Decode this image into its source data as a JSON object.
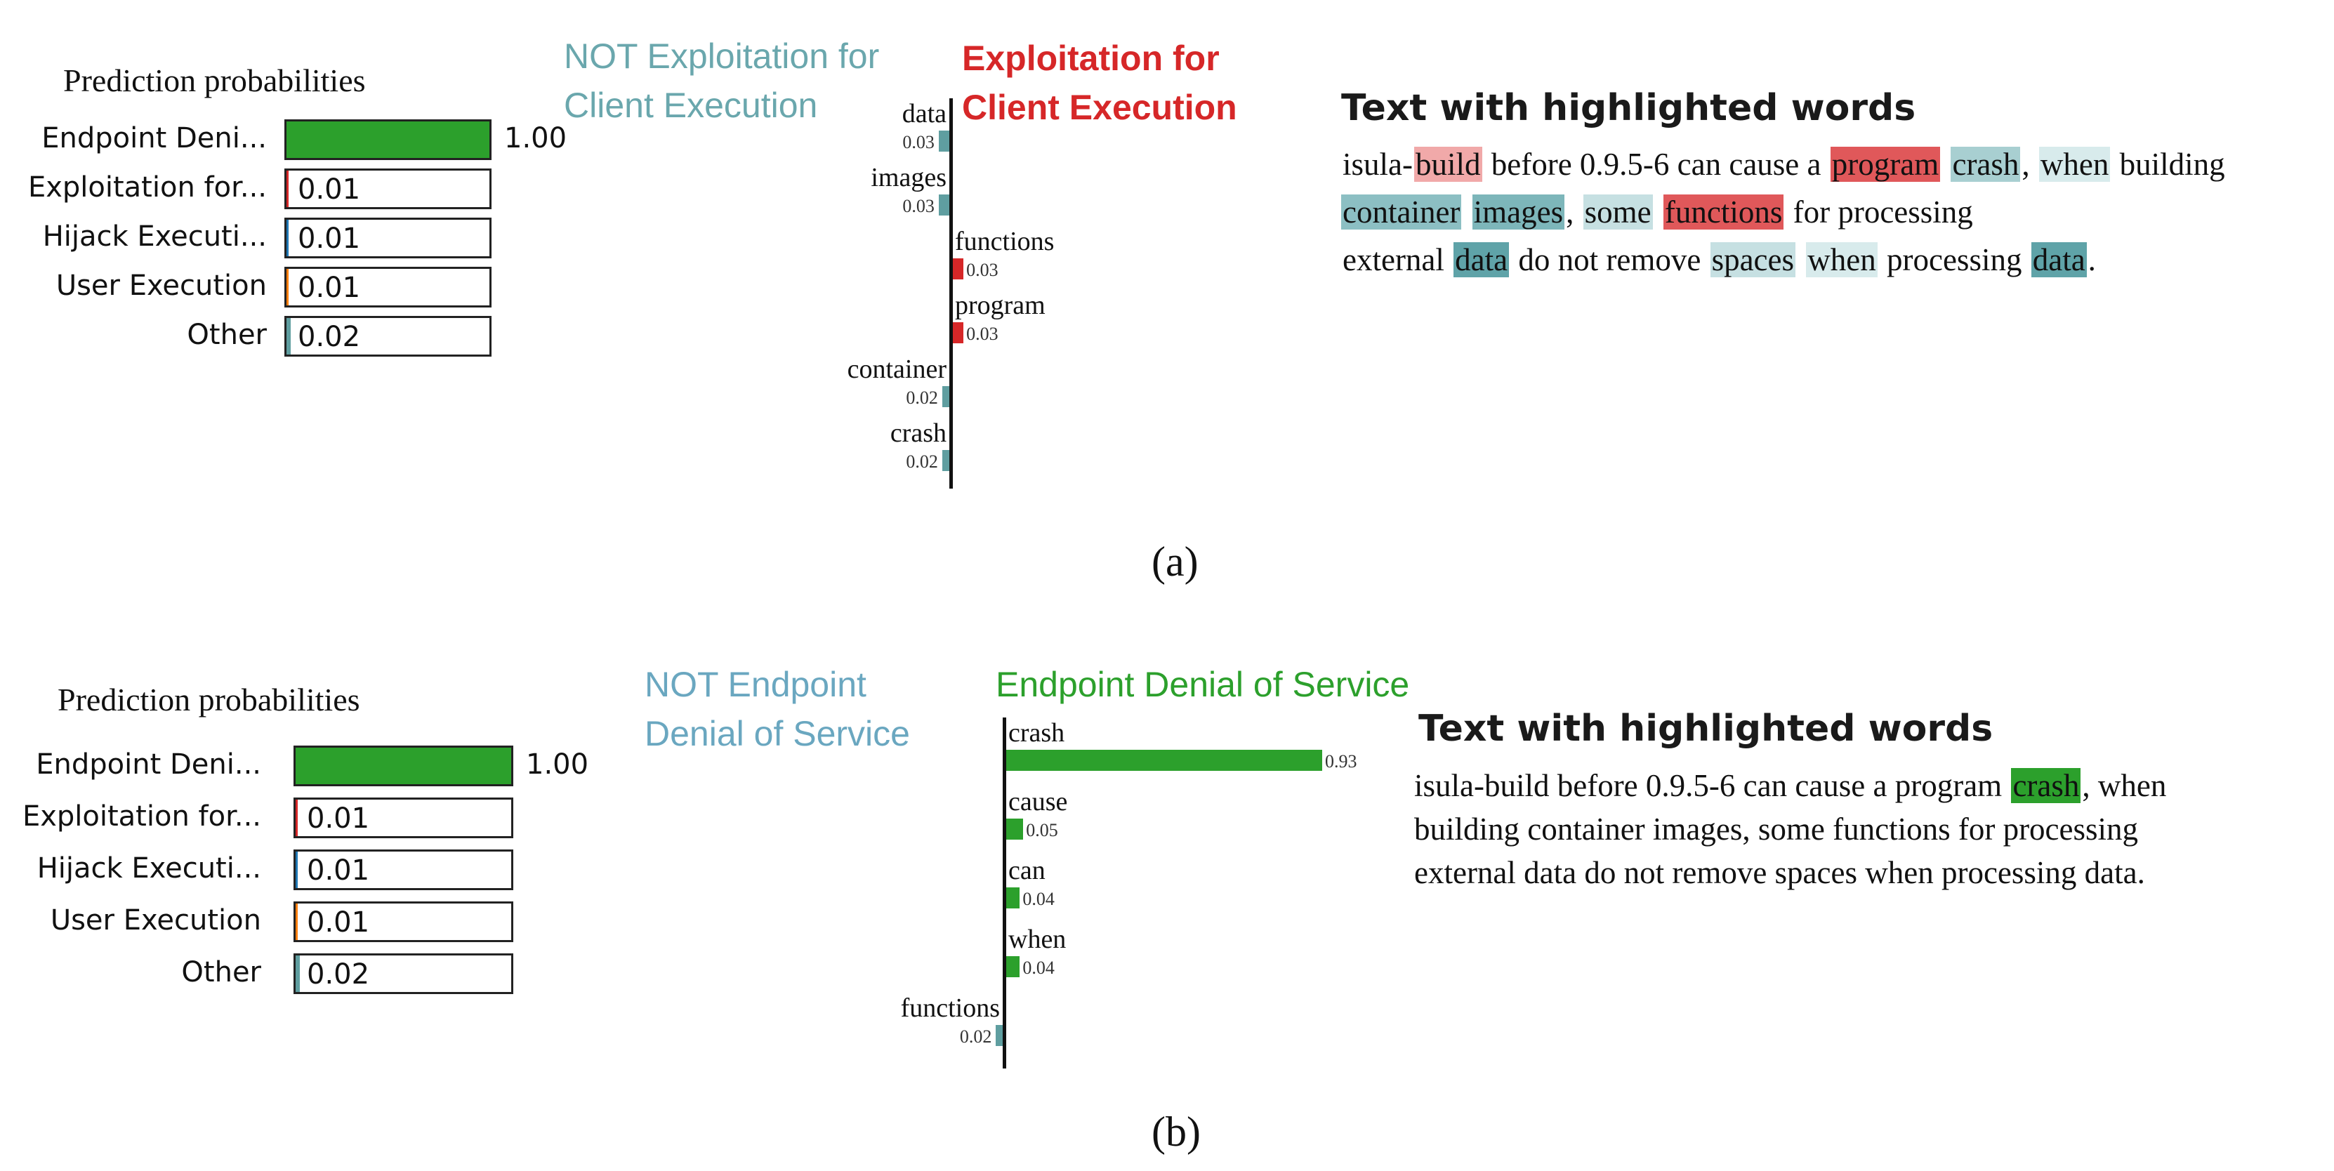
{
  "panels": [
    {
      "id": "a",
      "caption": "(a)",
      "prediction": {
        "title": "Prediction probabilities",
        "rows": [
          {
            "label": "Endpoint Deni...",
            "value": 1.0,
            "text": "1.00",
            "color": "#2ca02c"
          },
          {
            "label": "Exploitation for...",
            "value": 0.01,
            "text": "0.01",
            "color": "#d62728"
          },
          {
            "label": "Hijack Executi...",
            "value": 0.01,
            "text": "0.01",
            "color": "#1f77b4"
          },
          {
            "label": "User Execution",
            "value": 0.01,
            "text": "0.01",
            "color": "#ff7f0e"
          },
          {
            "label": "Other",
            "value": 0.02,
            "text": "0.02",
            "color": "#5f9ea0"
          }
        ]
      },
      "weights": {
        "not_label_lines": [
          "NOT Exploitation for",
          "Client Execution"
        ],
        "label_lines": [
          "Exploitation for",
          "Client Execution"
        ],
        "not_color": "#6aa7ad",
        "label_color": "#d62728",
        "bold_label": true,
        "max_abs": 0.93,
        "bars": [
          {
            "word": "data",
            "value": -0.03,
            "text": "0.03",
            "color": "#5f9ea0"
          },
          {
            "word": "images",
            "value": -0.03,
            "text": "0.03",
            "color": "#5f9ea0"
          },
          {
            "word": "functions",
            "value": 0.03,
            "text": "0.03",
            "color": "#d62728"
          },
          {
            "word": "program",
            "value": 0.03,
            "text": "0.03",
            "color": "#d62728"
          },
          {
            "word": "container",
            "value": -0.02,
            "text": "0.02",
            "color": "#5f9ea0"
          },
          {
            "word": "crash",
            "value": -0.02,
            "text": "0.02",
            "color": "#5f9ea0"
          }
        ]
      },
      "text": {
        "title": "Text with highlighted words",
        "lines": [
          [
            {
              "t": "isula-"
            },
            {
              "t": "build",
              "bg": "#f1a9a9"
            },
            {
              "t": " before 0.9.5-6 can cause a "
            },
            {
              "t": "program",
              "bg": "#e0585a"
            },
            {
              "t": " "
            },
            {
              "t": "crash",
              "bg": "#a8cfd1"
            },
            {
              "t": ", "
            },
            {
              "t": "when",
              "bg": "#d8ebec"
            },
            {
              "t": " building"
            }
          ],
          [
            {
              "t": "container",
              "bg": "#8cbfc3"
            },
            {
              "t": " "
            },
            {
              "t": "images",
              "bg": "#7db6ba"
            },
            {
              "t": ", "
            },
            {
              "t": "some",
              "bg": "#c6e0e2"
            },
            {
              "t": " "
            },
            {
              "t": "functions",
              "bg": "#e0585a"
            },
            {
              "t": " for processing"
            }
          ],
          [
            {
              "t": "external "
            },
            {
              "t": "data",
              "bg": "#5fa3a8"
            },
            {
              "t": " do not remove "
            },
            {
              "t": "spaces",
              "bg": "#c6e0e2"
            },
            {
              "t": " "
            },
            {
              "t": "when",
              "bg": "#d8ebec"
            },
            {
              "t": " processing "
            },
            {
              "t": "data",
              "bg": "#5fa3a8"
            },
            {
              "t": "."
            }
          ]
        ]
      }
    },
    {
      "id": "b",
      "caption": "(b)",
      "prediction": {
        "title": "Prediction probabilities",
        "rows": [
          {
            "label": "Endpoint Deni...",
            "value": 1.0,
            "text": "1.00",
            "color": "#2ca02c"
          },
          {
            "label": "Exploitation for...",
            "value": 0.01,
            "text": "0.01",
            "color": "#d62728"
          },
          {
            "label": "Hijack Executi...",
            "value": 0.01,
            "text": "0.01",
            "color": "#1f77b4"
          },
          {
            "label": "User Execution",
            "value": 0.01,
            "text": "0.01",
            "color": "#ff7f0e"
          },
          {
            "label": "Other",
            "value": 0.02,
            "text": "0.02",
            "color": "#5f9ea0"
          }
        ]
      },
      "weights": {
        "not_label_lines": [
          "NOT Endpoint",
          "Denial of Service"
        ],
        "label_lines": [
          "Endpoint Denial of Service"
        ],
        "not_color": "#6aa7c0",
        "label_color": "#2ca02c",
        "bold_label": false,
        "max_abs": 0.93,
        "bars": [
          {
            "word": "crash",
            "value": 0.93,
            "text": "0.93",
            "color": "#2ca02c"
          },
          {
            "word": "cause",
            "value": 0.05,
            "text": "0.05",
            "color": "#2ca02c"
          },
          {
            "word": "can",
            "value": 0.04,
            "text": "0.04",
            "color": "#2ca02c"
          },
          {
            "word": "when",
            "value": 0.04,
            "text": "0.04",
            "color": "#2ca02c"
          },
          {
            "word": "functions",
            "value": -0.02,
            "text": "0.02",
            "color": "#5f9ea0"
          }
        ]
      },
      "text": {
        "title": "Text with highlighted words",
        "lines": [
          [
            {
              "t": "isula-build before 0.9.5-6 can cause a program "
            },
            {
              "t": "crash",
              "bg": "#2ca02c"
            },
            {
              "t": ", when"
            }
          ],
          [
            {
              "t": "building container images, some functions for processing"
            }
          ],
          [
            {
              "t": "external data do not remove spaces when processing data."
            }
          ]
        ]
      }
    }
  ]
}
